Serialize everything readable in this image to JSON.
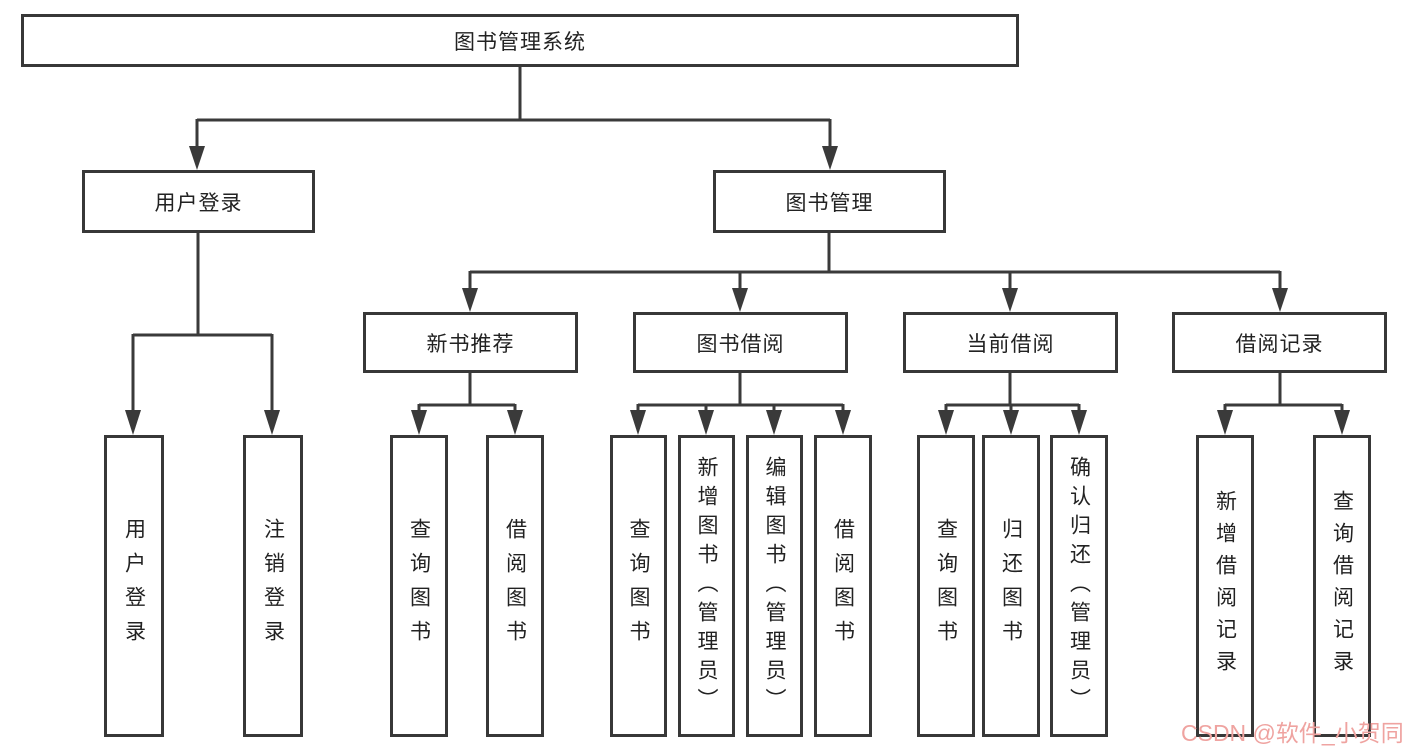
{
  "diagram": {
    "root": {
      "label": "图书管理系统"
    },
    "branches": [
      {
        "label": "用户登录",
        "children": [
          {
            "label": "用户登录"
          },
          {
            "label": "注销登录"
          }
        ]
      },
      {
        "label": "图书管理",
        "children": [
          {
            "label": "新书推荐",
            "children": [
              {
                "label": "查询图书"
              },
              {
                "label": "借阅图书"
              }
            ]
          },
          {
            "label": "图书借阅",
            "children": [
              {
                "label": "查询图书"
              },
              {
                "label": "新增图书（管理员）"
              },
              {
                "label": "编辑图书（管理员）"
              },
              {
                "label": "借阅图书"
              }
            ]
          },
          {
            "label": "当前借阅",
            "children": [
              {
                "label": "查询图书"
              },
              {
                "label": "归还图书"
              },
              {
                "label": "确认归还（管理员）"
              }
            ]
          },
          {
            "label": "借阅记录",
            "children": [
              {
                "label": "新增借阅记录"
              },
              {
                "label": "查询借阅记录"
              }
            ]
          }
        ]
      }
    ]
  },
  "watermark": {
    "text": "CSDN @软件_小贺同学"
  },
  "colors": {
    "line": "#3a3a3a",
    "border": "#383838",
    "text": "#222222",
    "watermark": "#efa3a0"
  }
}
